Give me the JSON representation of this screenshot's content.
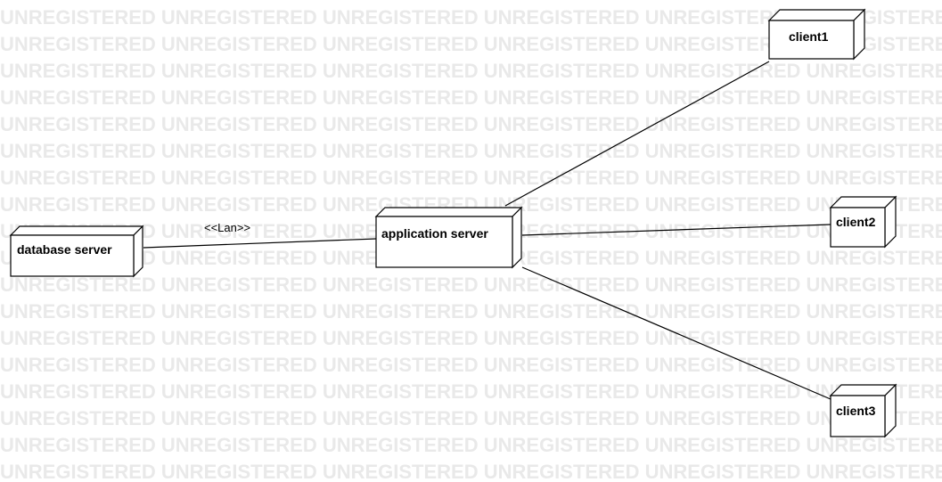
{
  "watermark": {
    "text": "UNREGISTERED UNREGISTERED UNREGISTERED UNREGISTERED UNREGISTERED UNREGISTERED"
  },
  "diagram": {
    "nodes": {
      "database_server": "database server",
      "application_server": "application server",
      "client1": "client1",
      "client2": "client2",
      "client3": "client3"
    },
    "connectors": {
      "lan_label": "<<Lan>>"
    }
  }
}
